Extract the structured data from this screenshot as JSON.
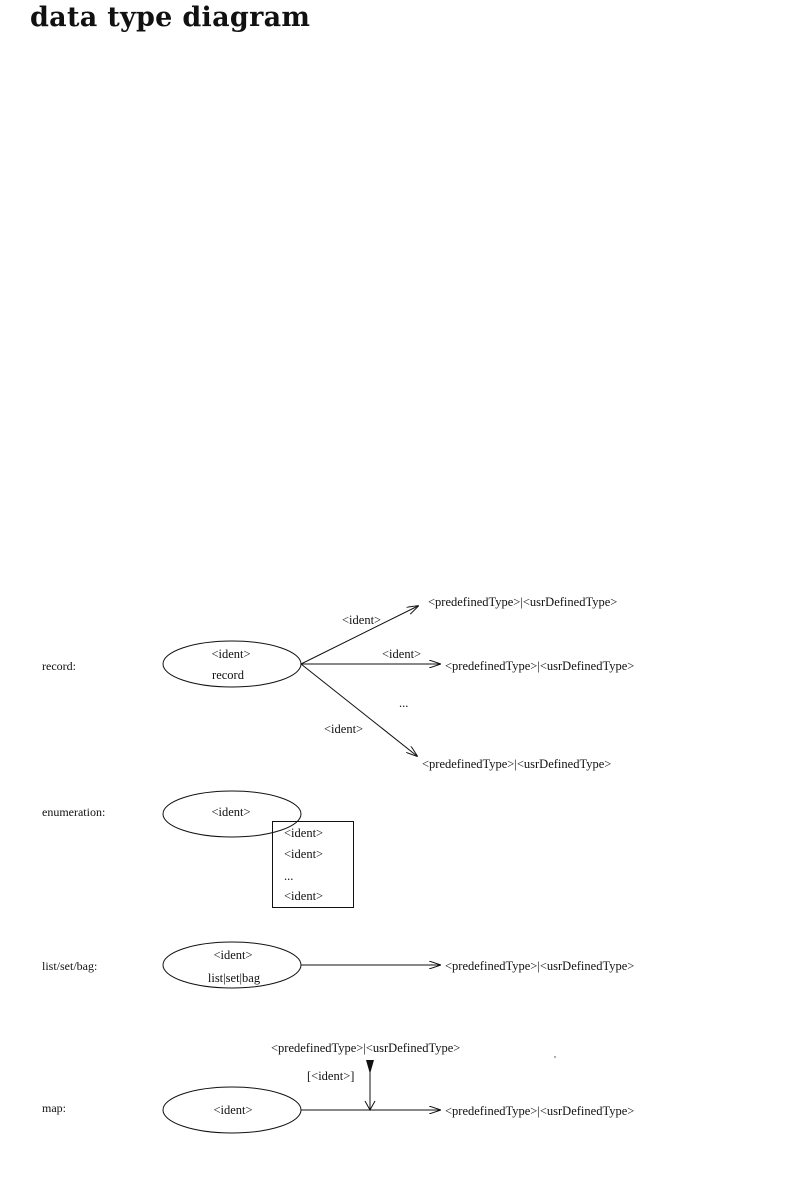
{
  "title": "data type diagram",
  "record": {
    "label": "record:",
    "node_ident": "<ident>",
    "node_kind": "record",
    "edges": [
      {
        "edge_label": "<ident>",
        "target": "<predefinedType>|<usrDefinedType>"
      },
      {
        "edge_label": "<ident>",
        "target": "<predefinedType>|<usrDefinedType>"
      },
      {
        "edge_label": "<ident>",
        "target": "<predefinedType>|<usrDefinedType>"
      }
    ],
    "ellipsis": "..."
  },
  "enumeration": {
    "label": "enumeration:",
    "node_ident": "<ident>",
    "values": [
      "<ident>",
      "<ident>",
      "...",
      "<ident>"
    ]
  },
  "collection": {
    "label": "list/set/bag:",
    "node_ident": "<ident>",
    "node_kind": "list|set|bag",
    "target": "<predefinedType>|<usrDefinedType>"
  },
  "map": {
    "label": "map:",
    "node_ident": "<ident>",
    "key_type": "<predefinedType>|<usrDefinedType>",
    "key_label": "[<ident>]",
    "target": "<predefinedType>|<usrDefinedType>"
  }
}
